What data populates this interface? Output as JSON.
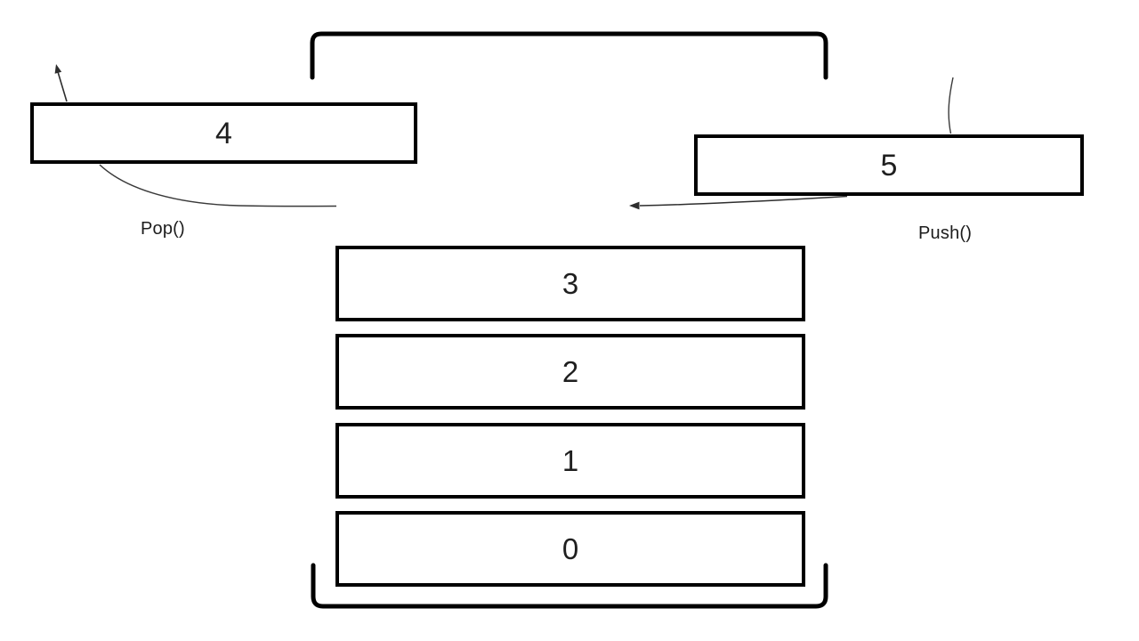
{
  "diagram_type": "stack-push-pop",
  "colors": {
    "background": "#ffffff",
    "bracket_stroke": "#000000",
    "box_border": "#000000",
    "thin_line": "#3a3a3a",
    "text": "#1f1f1f"
  },
  "pop": {
    "label": "Pop()",
    "value": "4"
  },
  "push": {
    "label": "Push()",
    "value": "5"
  },
  "stack": {
    "items": [
      {
        "value": "3"
      },
      {
        "value": "2"
      },
      {
        "value": "1"
      },
      {
        "value": "0"
      }
    ]
  }
}
